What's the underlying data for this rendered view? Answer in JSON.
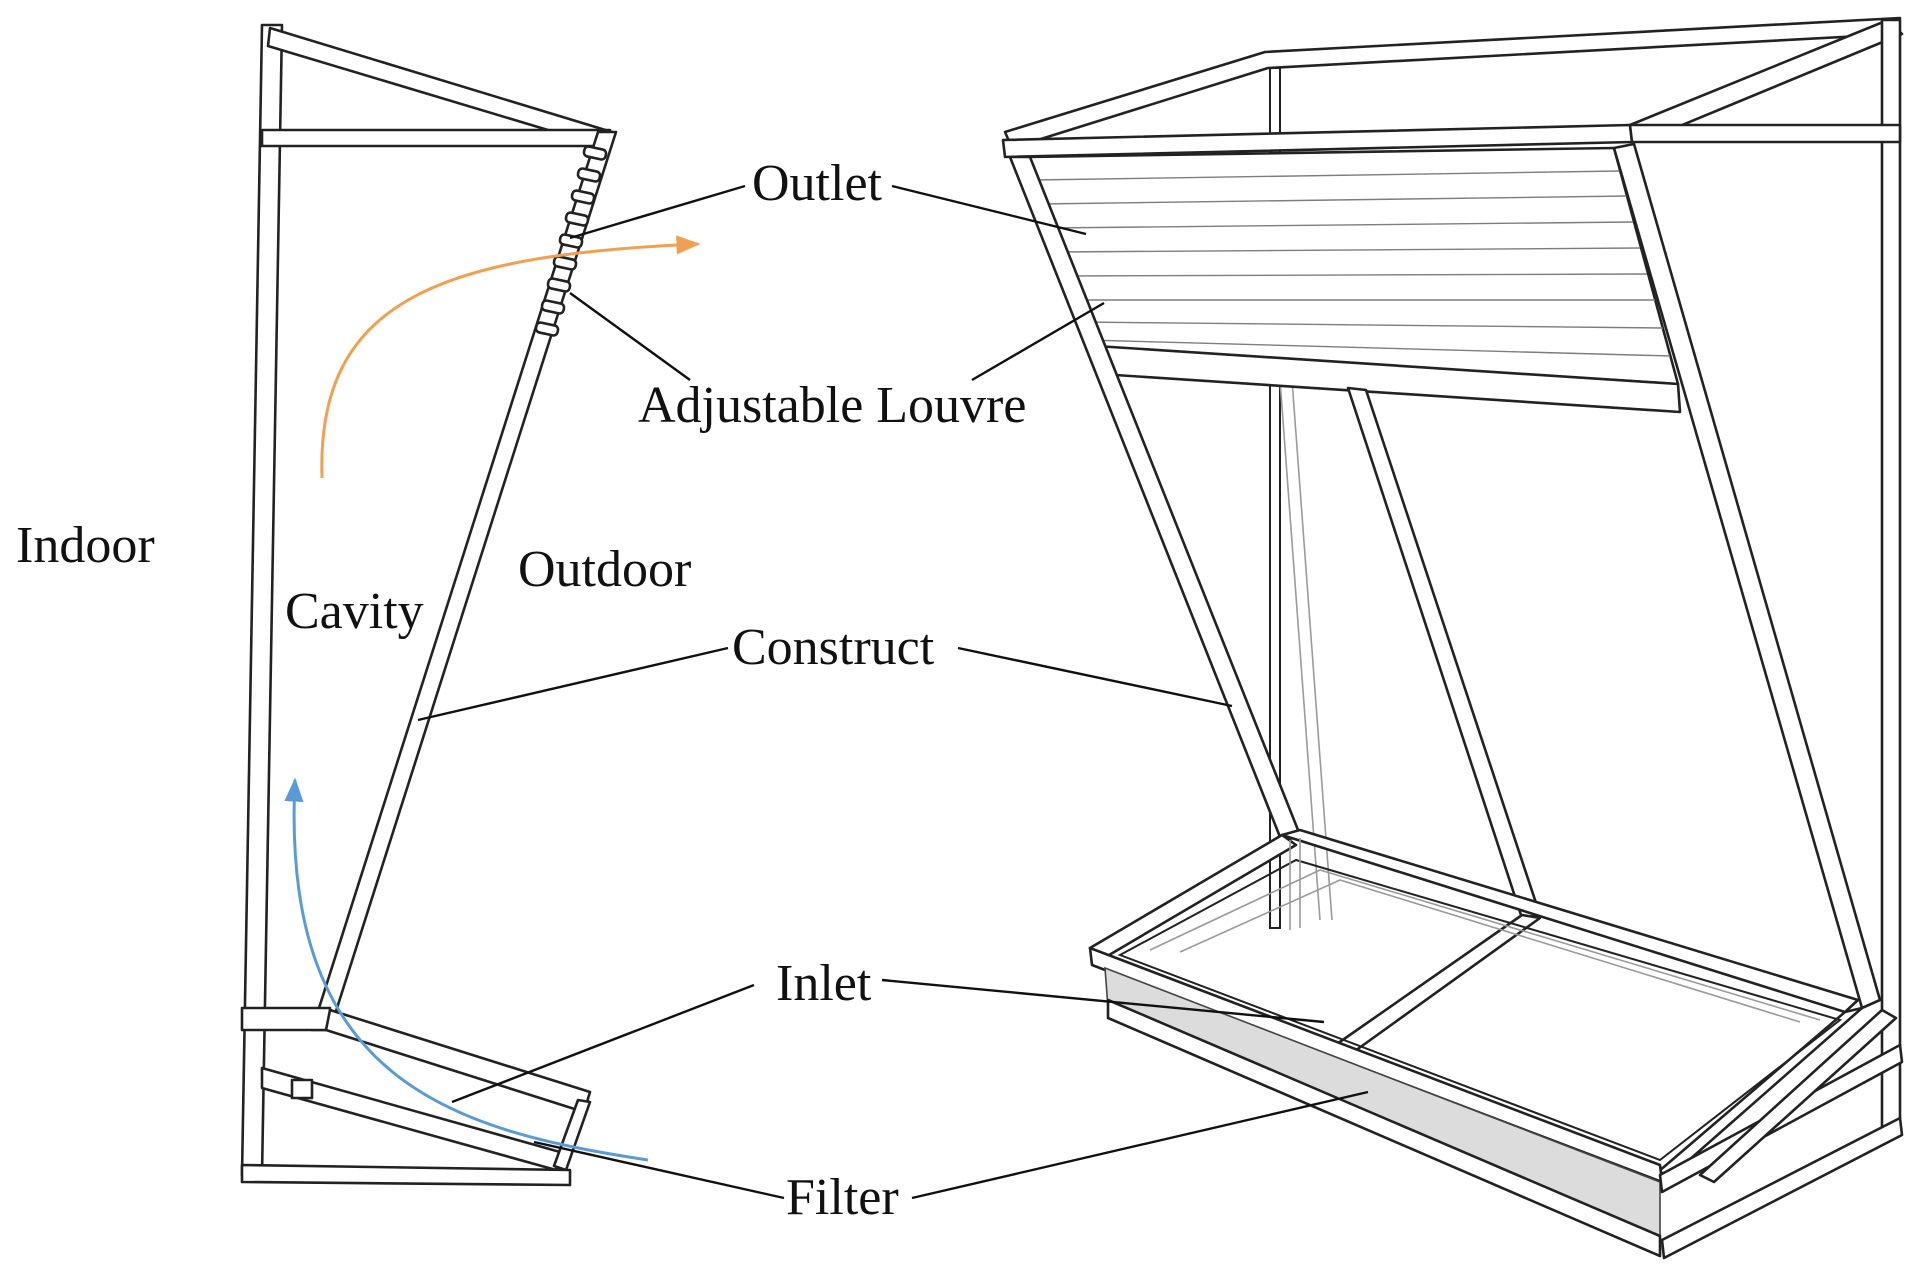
{
  "labels": {
    "indoor": "Indoor",
    "cavity": "Cavity",
    "outdoor": "Outdoor",
    "outlet": "Outlet",
    "adjustable_louvre": "Adjustable Louvre",
    "construct": "Construct",
    "inlet": "Inlet",
    "filter": "Filter"
  },
  "colors": {
    "warm_airflow": "#f0a050",
    "cool_airflow": "#5b9bd5",
    "line": "#222222",
    "filter_shade": "#dcdcdc"
  }
}
